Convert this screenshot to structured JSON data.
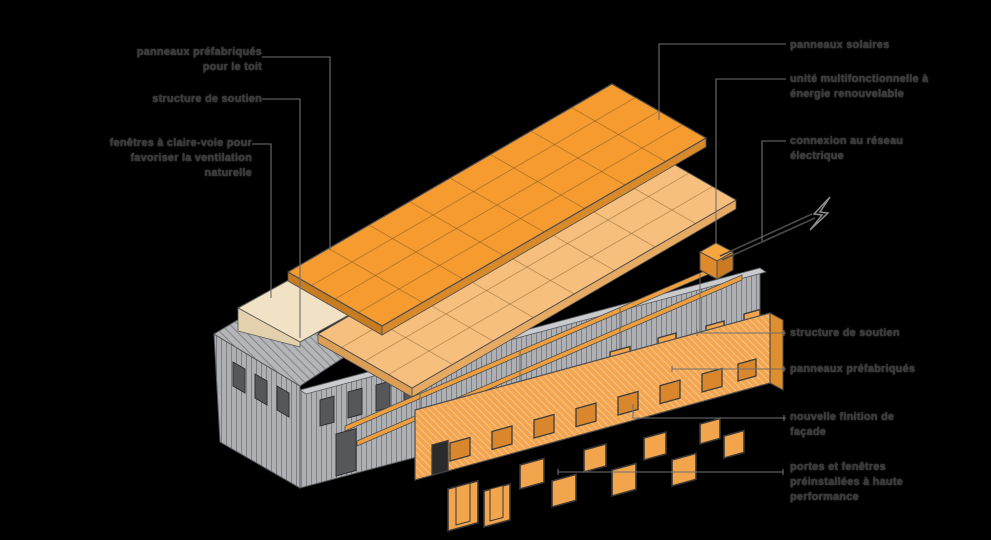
{
  "diagram": {
    "type": "exploded-axonometric-building-renovation",
    "language": "fr"
  },
  "labels": {
    "left": [
      {
        "id": "prefab-roof-panels",
        "text": "panneaux préfabriqués\npour le toit"
      },
      {
        "id": "support-structure-left",
        "text": "structure de soutien"
      },
      {
        "id": "clerestory-windows",
        "text": "fenêtres à claire-voie pour\nfavoriser la ventilation\nnaturelle"
      }
    ],
    "right": [
      {
        "id": "solar-panels",
        "text": "panneaux solaires"
      },
      {
        "id": "multifunctional-unit",
        "text": "unité multifonctionnelle à\nénergie renouvelable"
      },
      {
        "id": "grid-connection",
        "text": "connexion au réseau\nélectrique"
      },
      {
        "id": "support-structure-right",
        "text": "structure de soutien"
      },
      {
        "id": "prefab-panels",
        "text": "panneaux préfabriqués"
      },
      {
        "id": "new-facade-finish",
        "text": "nouvelle finition de\nfaçade"
      },
      {
        "id": "prefitted-doors-windows",
        "text": "portes et fenêtres\npréinstallées à haute\nperformance"
      }
    ]
  },
  "icons": {
    "lightning_bolt_icon": "⚡"
  },
  "colors": {
    "background": "#000000",
    "label_text": "#3a3a3a",
    "leader_line": "#6f6f6f",
    "accent_orange": "#f59b30",
    "light_orange": "#f6bf7e",
    "facade_orange": "#f3a54f",
    "cream": "#f2e2c5",
    "wall_gray": "#aeb0b4",
    "outline_gray": "#4e4e4e"
  }
}
